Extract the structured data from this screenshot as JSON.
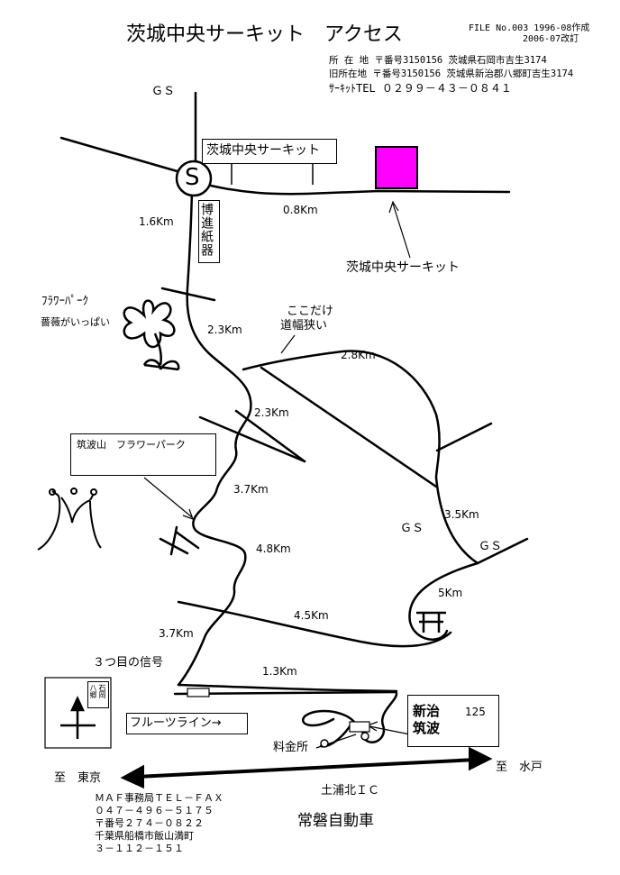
{
  "title": "茨城中央サーキット　アクセス",
  "file_info": {
    "line1": "FILE No.003 1996-08作成",
    "line2": "2006-07改訂"
  },
  "address": {
    "current": "所 在 地  〒番号3150156 茨城県石岡市吉生3174",
    "former": "旧所在地  〒番号3150156 茨城県新治郡八郷町吉生3174",
    "tel": "ｻｰｷｯﾄTEL ０２９９－４３－０８４１"
  },
  "labels": {
    "gs_top": "ＧＳ",
    "s_mark": "S",
    "circuit_box": "茨城中央サーキット",
    "circuit_pointer": "茨城中央サーキット",
    "paper": "博進紙器",
    "dist_1_6": "1.6Km",
    "dist_0_8": "0.8Km",
    "flower_park": "ﾌﾗﾜｰﾊﾟｰｸ",
    "roses": "薔薇がいっぱい",
    "dist_2_3a": "2.3Km",
    "narrow1": "ここだけ",
    "narrow2": "道幅狭い",
    "dist_2_8": "2.8Km",
    "dist_2_3b": "2.3Km",
    "tsukuba_fp": "筑波山　フラワーパーク",
    "dist_3_7a": "3.7Km",
    "gs_mid": "ＧＳ",
    "dist_3_5": "3.5Km",
    "gs_right": "ＧＳ",
    "dist_4_8": "4.8Km",
    "dist_5": "5Km",
    "dist_4_5": "4.5Km",
    "dist_3_7b": "3.7Km",
    "third_signal": "３つ目の信号",
    "dist_1_3": "1.3Km",
    "yasato": "八郷",
    "ishioka": "石岡",
    "fruit_line": "フルーツライン→",
    "niihari_tsukuba": "新治\n筑波",
    "route": "125",
    "tollgate": "料金所",
    "to_tokyo": "至　東京",
    "to_mito": "至　水戸",
    "ic": "土浦北ＩＣ",
    "joban": "常磐自動車"
  },
  "maf": {
    "line1": "ＭＡＦ事務局ＴＥＬ－ＦＡＸ",
    "line2": "０４７－４９６－５１７５",
    "line3": "〒番号２７４－０８２２",
    "line4": "千葉県船橋市飯山満町",
    "line5": "３－１１２－１５１"
  },
  "colors": {
    "circuit_marker": "#ff00ff",
    "ink": "#000000"
  }
}
